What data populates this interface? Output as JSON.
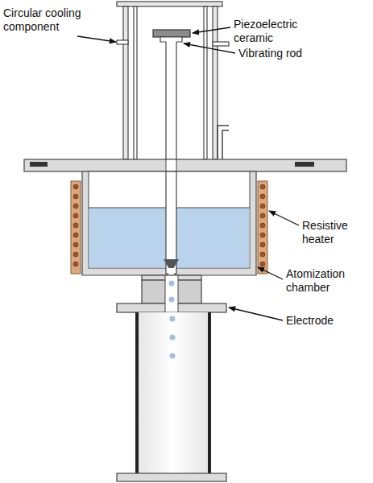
{
  "diagram": {
    "labels": [
      "Circular cooling component",
      "Piezoelectric ceramic",
      "Vibrating rod",
      "Resistive heater",
      "Atomization chamber",
      "Electrode"
    ]
  }
}
